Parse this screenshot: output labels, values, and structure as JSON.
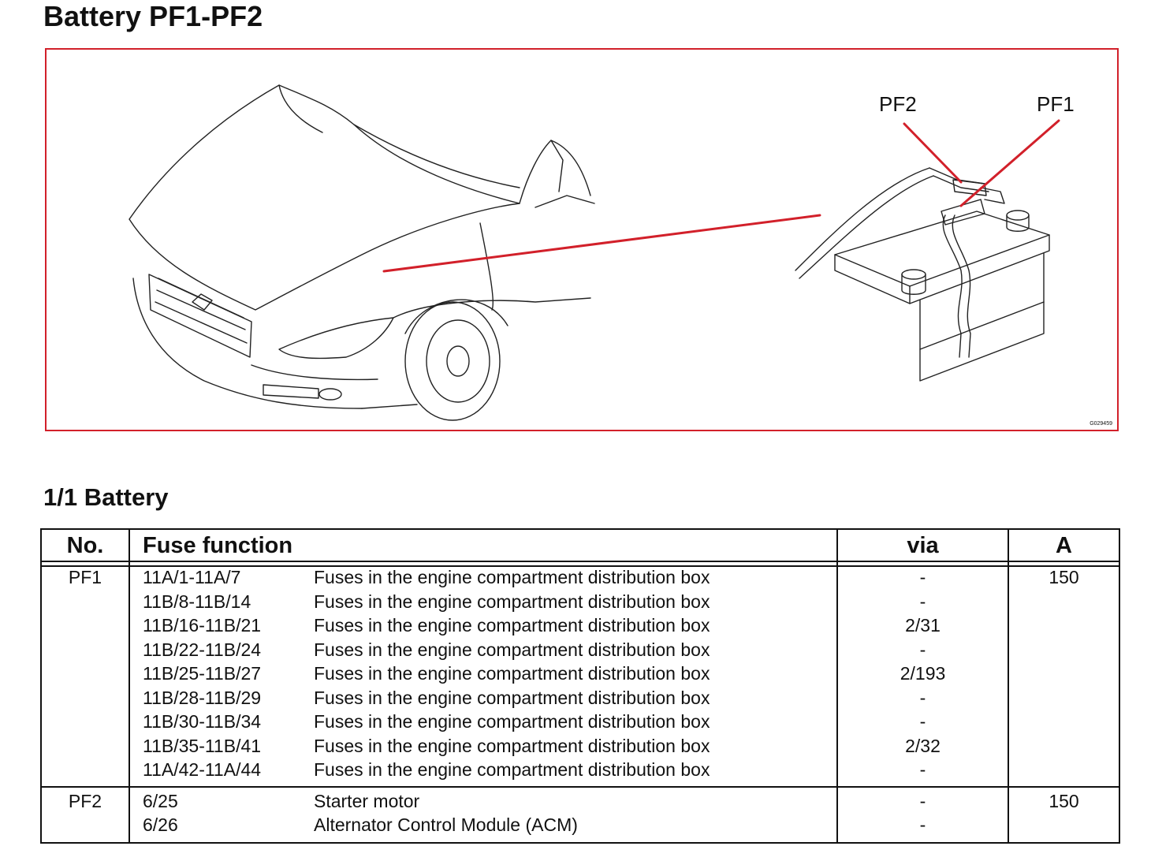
{
  "page": {
    "title": "Battery PF1-PF2"
  },
  "figure": {
    "callouts": [
      "PF2",
      "PF1"
    ],
    "code": "G029459",
    "frame_color": "#d2202a",
    "line_color": "#d2202a"
  },
  "section": {
    "title": "1/1 Battery"
  },
  "table": {
    "headers": {
      "no": "No.",
      "function": "Fuse function",
      "via": "via",
      "amps": "A"
    },
    "groups": [
      {
        "no": "PF1",
        "amps": "150",
        "rows": [
          {
            "range": "11A/1-11A/7",
            "desc": "Fuses in the engine compartment distribution box",
            "via": "-"
          },
          {
            "range": "11B/8-11B/14",
            "desc": "Fuses in the engine compartment distribution box",
            "via": "-"
          },
          {
            "range": "11B/16-11B/21",
            "desc": "Fuses in the engine compartment distribution box",
            "via": "2/31"
          },
          {
            "range": "11B/22-11B/24",
            "desc": "Fuses in the engine compartment distribution box",
            "via": "-"
          },
          {
            "range": "11B/25-11B/27",
            "desc": "Fuses in the engine compartment distribution box",
            "via": "2/193"
          },
          {
            "range": "11B/28-11B/29",
            "desc": "Fuses in the engine compartment distribution box",
            "via": "-"
          },
          {
            "range": "11B/30-11B/34",
            "desc": "Fuses in the engine compartment distribution box",
            "via": "-"
          },
          {
            "range": "11B/35-11B/41",
            "desc": "Fuses in the engine compartment distribution box",
            "via": "2/32"
          },
          {
            "range": "11A/42-11A/44",
            "desc": "Fuses in the engine compartment distribution box",
            "via": "-"
          }
        ]
      },
      {
        "no": "PF2",
        "amps": "150",
        "rows": [
          {
            "range": "6/25",
            "desc": "Starter motor",
            "via": "-"
          },
          {
            "range": "6/26",
            "desc": "Alternator Control Module (ACM)",
            "via": "-"
          }
        ]
      }
    ]
  }
}
